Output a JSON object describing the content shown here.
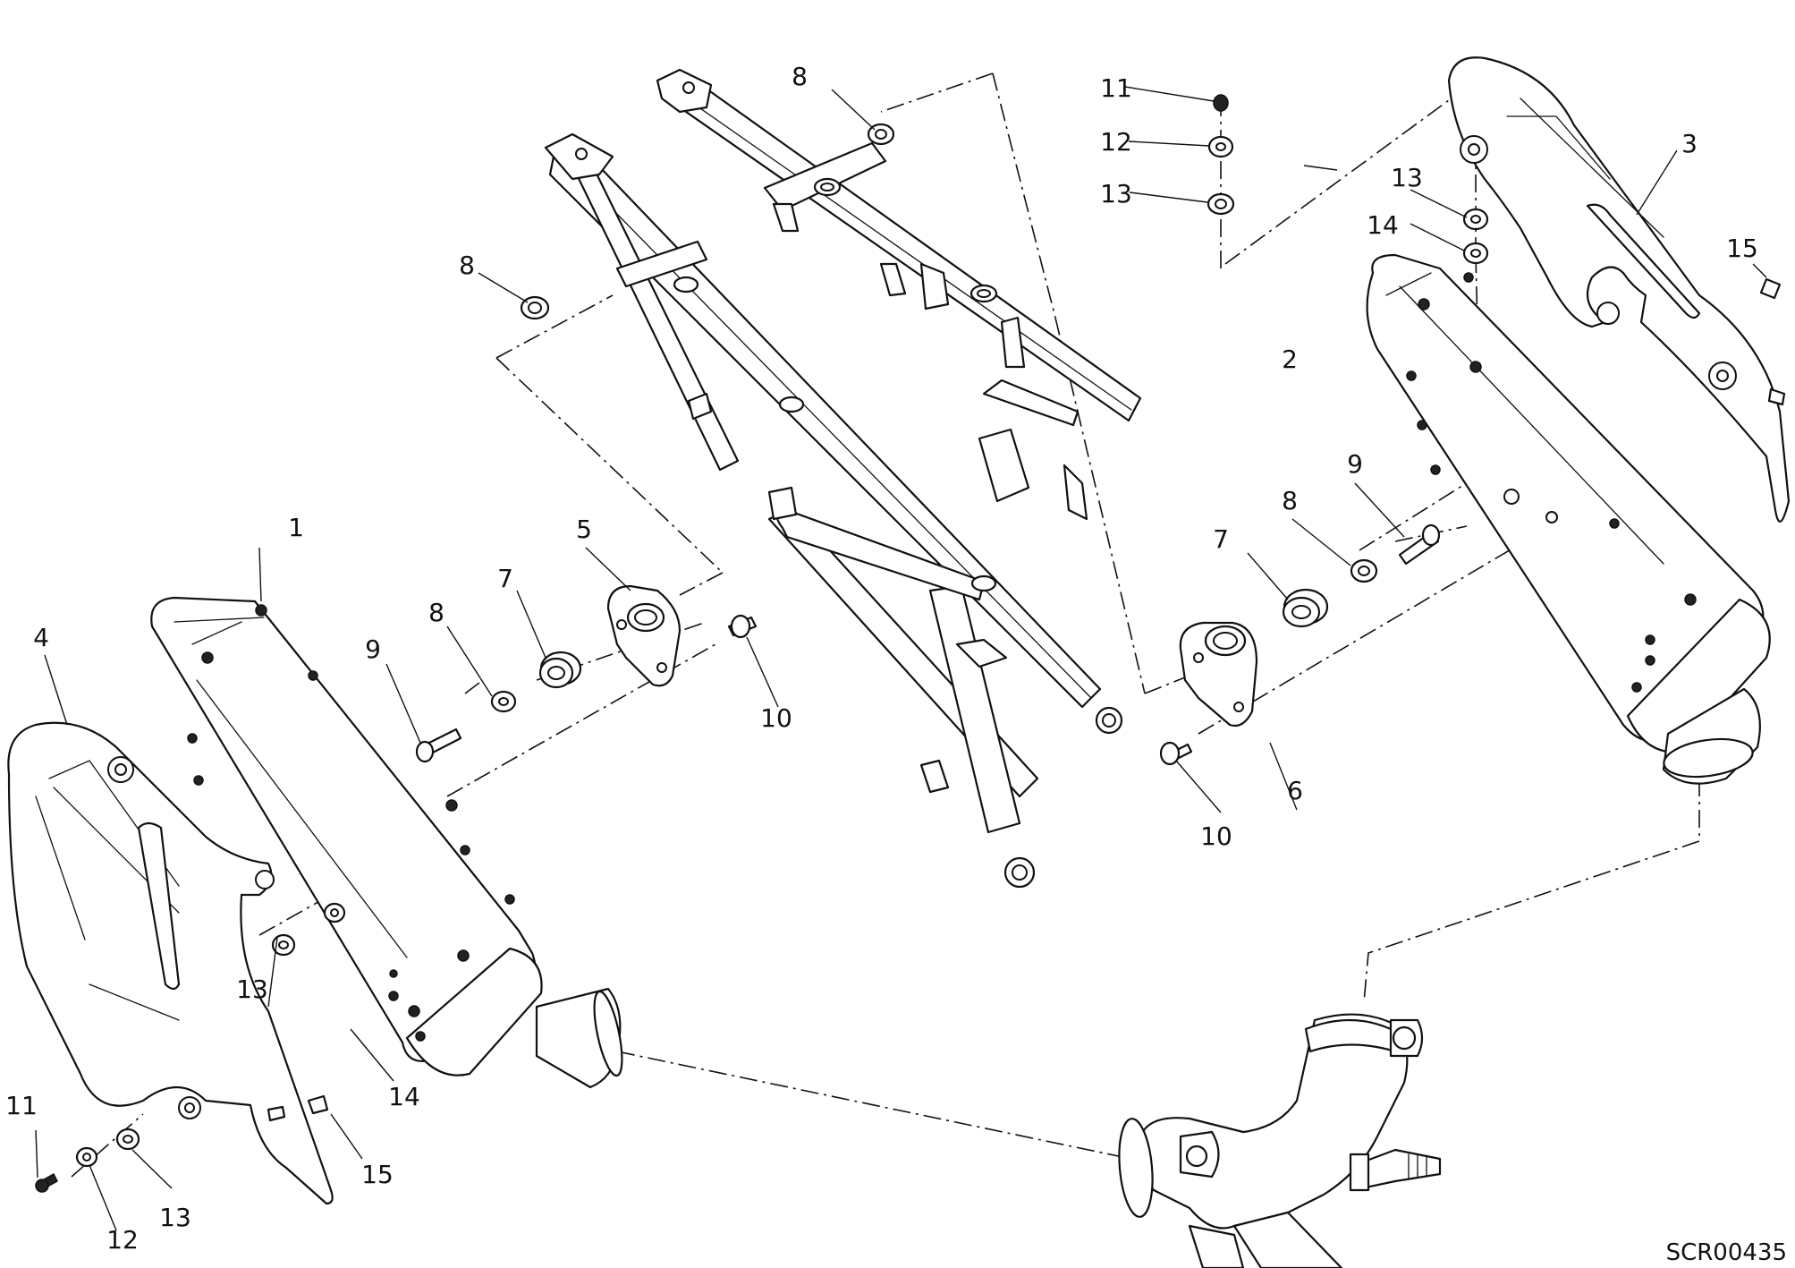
{
  "drawing_code": "SCR00435",
  "callouts": [
    "1",
    "2",
    "3",
    "4",
    "5",
    "6",
    "7",
    "8",
    "9",
    "10",
    "11",
    "12",
    "13",
    "14",
    "15"
  ]
}
